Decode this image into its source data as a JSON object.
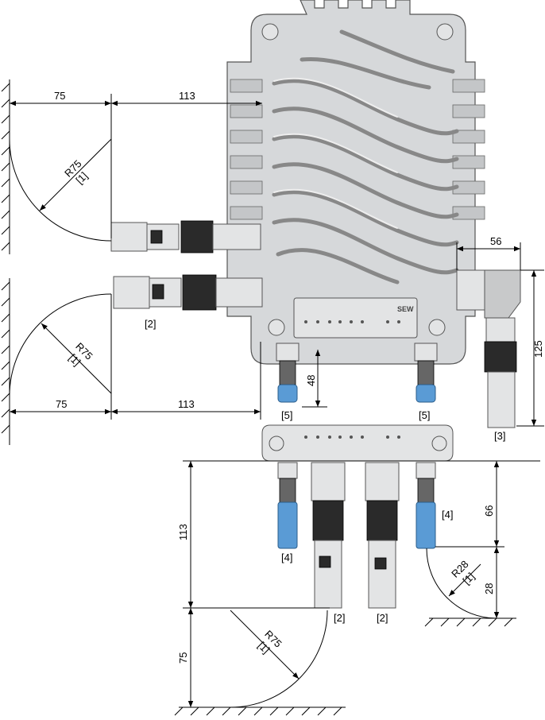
{
  "brand": "SEW",
  "side_view_top": {
    "dim_wall": "75",
    "dim_offset": "113",
    "radius": "R75",
    "ref": "[1]"
  },
  "side_view_bottom": {
    "connector_ref": "[2]",
    "radius": "R75",
    "ref": "[1]",
    "dim_wall": "75",
    "dim_offset": "113"
  },
  "right_connector": {
    "dim_width": "56",
    "dim_height": "125",
    "ref": "[3]"
  },
  "bottom_connectors": {
    "dim_height": "48",
    "ref_left": "[5]",
    "ref_right": "[5]"
  },
  "bottom_view": {
    "dim_113": "113",
    "dim_75": "75",
    "radius_large": "R75",
    "ref_large": "[1]",
    "ref_4_left": "[4]",
    "ref_4_right": "[4]",
    "ref_2_left": "[2]",
    "ref_2_right": "[2]",
    "dim_66": "66",
    "dim_28": "28",
    "radius_small": "R28",
    "ref_small": "[1]"
  },
  "colors": {
    "housing": "#d6d8da",
    "connector_blue": "#5a9bd5"
  }
}
